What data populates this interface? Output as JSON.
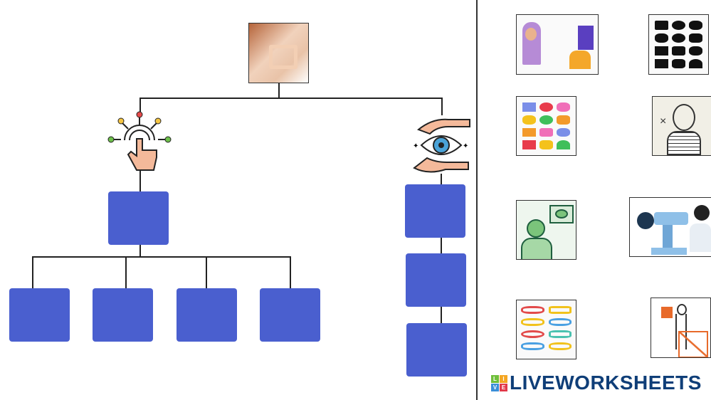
{
  "colors": {
    "box": "#4a5fcf",
    "logo": "#0f3e78"
  },
  "logo": {
    "text": "LIVEWORKSHEETS",
    "tiles": [
      "L",
      "I",
      "V",
      "E"
    ]
  },
  "images": [
    "woman-finger-frame-photo",
    "touch-sense-icon",
    "sight-sense-icon",
    "two-women-illustration",
    "black-shapes-grid",
    "colorful-shapes-grid",
    "man-covering-eye-sketch",
    "eye-poster-man",
    "eye-exam-illustration",
    "glasses-grid",
    "woman-with-boxes"
  ]
}
